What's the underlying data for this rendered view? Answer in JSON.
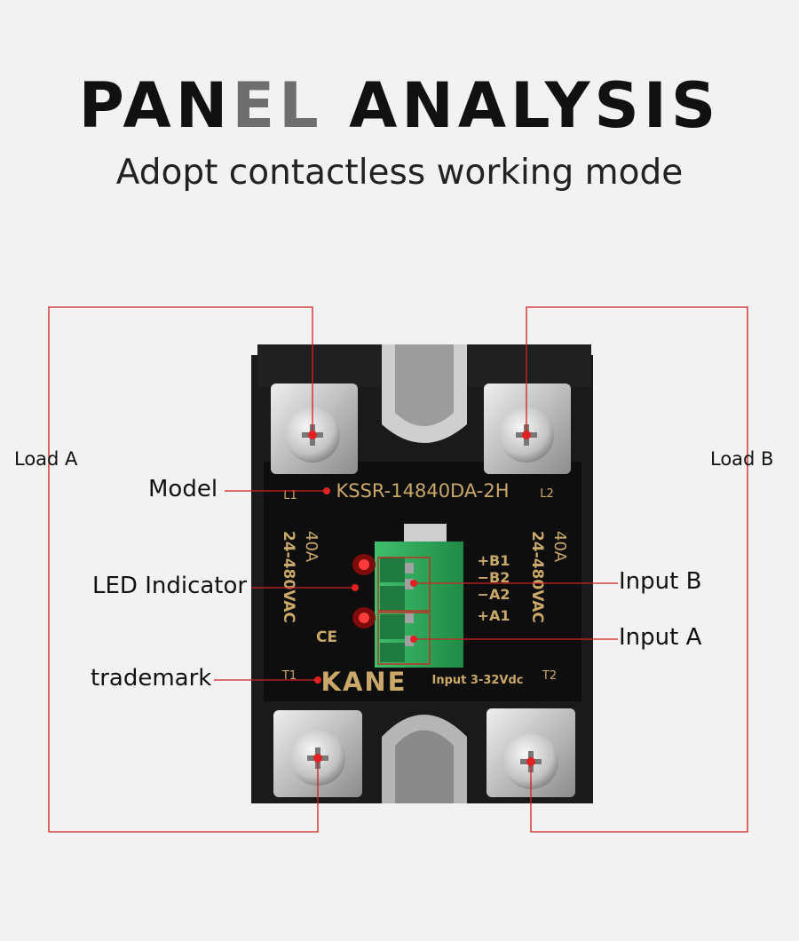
{
  "header": {
    "title_part1": "PAN",
    "title_highlight": "EL",
    "title_part2": " ANALYSIS",
    "subtitle": "Adopt contactless working mode"
  },
  "labels": {
    "load_a": "Load A",
    "load_b": "Load B",
    "model": "Model",
    "led_indicator": "LED Indicator",
    "trademark": "trademark",
    "input_b": "Input B",
    "input_a": "Input A"
  },
  "device": {
    "model_text": "KSSR-14840DA-2H",
    "l1": "L1",
    "l2": "L2",
    "t1": "T1",
    "t2": "T2",
    "current": "40A",
    "voltage": "24-480VAC",
    "brand": "KANE",
    "input_spec": "Input 3-32Vdc",
    "ce": "CE",
    "terminals": [
      "+B1",
      "−B2",
      "−A2",
      "+A1"
    ]
  },
  "colors": {
    "callout_line": "#d42020",
    "device_body": "#161616",
    "terminal_green": "#2fa058",
    "led_red": "#d01515"
  }
}
